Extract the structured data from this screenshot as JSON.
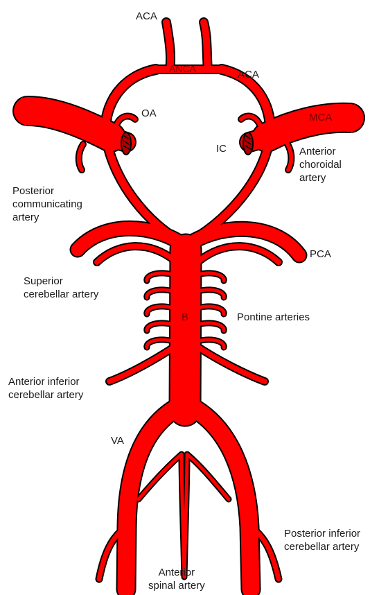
{
  "colors": {
    "artery_fill": "#ff0000",
    "artery_outline": "#000000",
    "label_text": "#1a1a1a",
    "inner_label_text": "#7a0000"
  },
  "labels": {
    "aca_top": "ACA",
    "anca": "ANCA",
    "aca_right": "ACA",
    "oa": "OA",
    "mca": "MCA",
    "ic": "IC",
    "anterior_choroidal": "Anterior\nchoroidal\nartery",
    "posterior_communicating": "Posterior\ncommunicating\nartery",
    "pca": "PCA",
    "superior_cerebellar": "Superior\ncerebellar artery",
    "basilar": "B",
    "pontine": "Pontine arteries",
    "aica": "Anterior inferior\ncerebellar artery",
    "va": "VA",
    "pica": "Posterior inferior\ncerebellar artery",
    "anterior_spinal": "Anterior\nspinal artery"
  }
}
